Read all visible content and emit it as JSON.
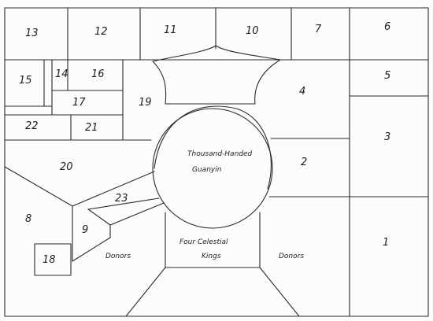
{
  "regions": [
    {
      "id": "r13",
      "label": "13"
    },
    {
      "id": "r12",
      "label": "12"
    },
    {
      "id": "r11",
      "label": "11"
    },
    {
      "id": "r10",
      "label": "10"
    },
    {
      "id": "r7",
      "label": "7"
    },
    {
      "id": "r6",
      "label": "6"
    },
    {
      "id": "r15",
      "label": "15"
    },
    {
      "id": "r14",
      "label": "14"
    },
    {
      "id": "r16",
      "label": "16"
    },
    {
      "id": "r17",
      "label": "17"
    },
    {
      "id": "r19",
      "label": "19"
    },
    {
      "id": "r4",
      "label": "4"
    },
    {
      "id": "r5",
      "label": "5"
    },
    {
      "id": "r22",
      "label": "22"
    },
    {
      "id": "r21",
      "label": "21"
    },
    {
      "id": "r3",
      "label": "3"
    },
    {
      "id": "r20",
      "label": "20"
    },
    {
      "id": "r2",
      "label": "2"
    },
    {
      "id": "r23",
      "label": "23"
    },
    {
      "id": "r8",
      "label": "8"
    },
    {
      "id": "r9",
      "label": "9"
    },
    {
      "id": "r1",
      "label": "1"
    },
    {
      "id": "r18",
      "label": "18"
    }
  ],
  "labels": {
    "guanyin_line1": "Thousand-Handed",
    "guanyin_line2": "Guanyin",
    "celestial_line1": "Four Celestial",
    "celestial_line2": "Kings",
    "donors_left": "Donors",
    "donors_right": "Donors"
  }
}
